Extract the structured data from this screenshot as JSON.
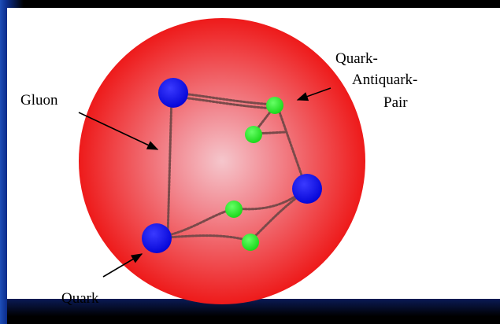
{
  "labels": {
    "gluon": "Gluon",
    "quark": "Quark",
    "pair_line1": "Quark-",
    "pair_line2": "Antiquark-",
    "pair_line3": "Pair"
  },
  "colors": {
    "sphere_center": "#F5C6CC",
    "sphere_edge": "#F01818",
    "quark": "#0A0AF0",
    "antiquark_pair": "#22E622",
    "gluon_chain": "#7A4A4A",
    "frame_blue": "#1E4FB8",
    "panel": "#FFFFFF"
  },
  "icons": {
    "quark": "blue-circle",
    "pair_particle": "green-circle",
    "gluon": "coiled-spring-line",
    "pointer": "arrow"
  }
}
